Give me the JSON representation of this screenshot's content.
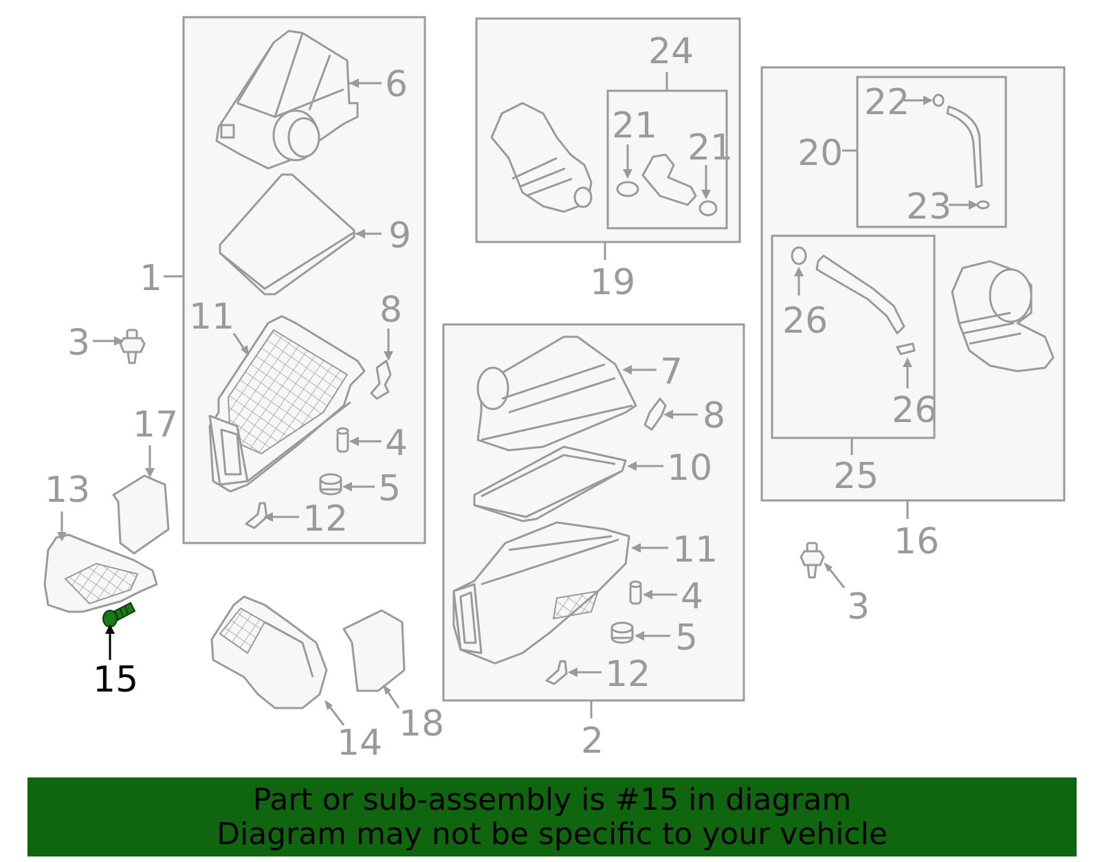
{
  "diagram": {
    "callouts": [
      "1",
      "2",
      "3",
      "3",
      "4",
      "4",
      "5",
      "5",
      "6",
      "7",
      "8",
      "8",
      "9",
      "10",
      "11",
      "11",
      "12",
      "12",
      "13",
      "14",
      "15",
      "16",
      "17",
      "18",
      "19",
      "20",
      "21",
      "21",
      "22",
      "23",
      "24",
      "25",
      "26",
      "26"
    ],
    "highlighted_part": "15",
    "colors": {
      "line": "#9a9a9a",
      "fill": "#f7f7f7",
      "highlight": "#1a7a1a",
      "banner": "#10650f"
    }
  },
  "banner": {
    "line1": "Part or sub-assembly is #15 in diagram",
    "line2": "Diagram may not be specific to your vehicle"
  }
}
